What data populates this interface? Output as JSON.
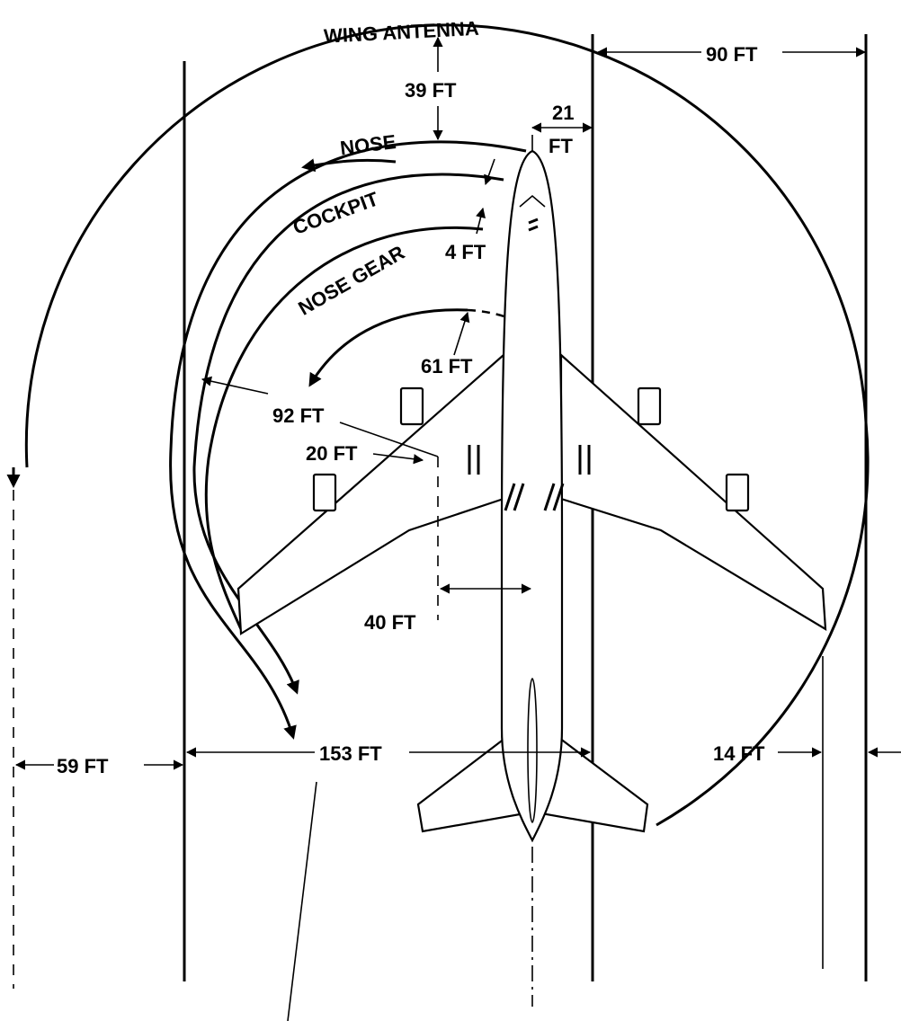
{
  "labels": {
    "wing_antenna": "WING ANTENNA",
    "nose": "NOSE",
    "cockpit": "COCKPIT",
    "nose_gear": "NOSE GEAR",
    "d39": "39 FT",
    "d21_top": "21",
    "d21_bottom": "FT",
    "d4": "4 FT",
    "d61": "61 FT",
    "d92": "92 FT",
    "d20": "20 FT",
    "d40": "40  FT",
    "d90": "90 FT",
    "d59": "59 FT",
    "d153": "153 FT",
    "d14": "14 FT"
  },
  "colors": {
    "ink": "#000000",
    "paper": "#ffffff"
  }
}
